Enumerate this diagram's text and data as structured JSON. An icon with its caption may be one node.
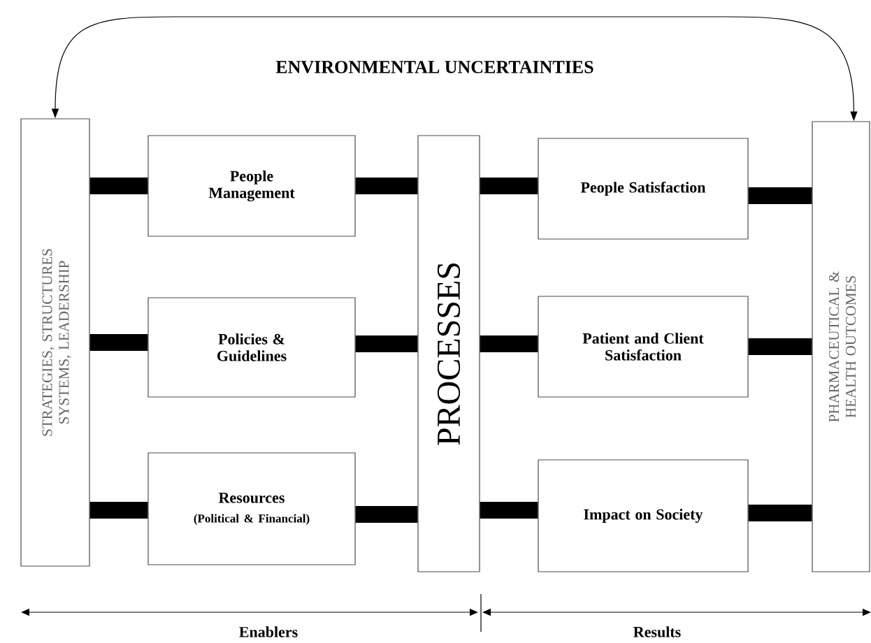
{
  "diagram": {
    "title": "ENVIRONMENTAL UNCERTAINTIES",
    "nodes": [
      {
        "text": [
          "STRATEGIES, STRUCTURES SYSTEMS, LEADERSHIP"
        ]
      },
      {
        "text": [
          "People Management"
        ]
      },
      {
        "text": [
          "Policies & Guidelines"
        ]
      },
      {
        "text": [
          "Resources",
          "(Political & Financial)"
        ]
      },
      {
        "text": [
          "PROCESSES"
        ]
      },
      {
        "text": [
          "People Satisfaction"
        ]
      },
      {
        "text": [
          "Patient and Client Satisfaction"
        ]
      },
      {
        "text": [
          "Impact on Society"
        ]
      },
      {
        "text": [
          "PHARMACEUTICAL & HEALTH OUTCOMES"
        ]
      }
    ],
    "edges": [
      {
        "from": 0,
        "to": 1,
        "arrow": "none"
      },
      {
        "from": 0,
        "to": 2,
        "arrow": "none"
      },
      {
        "from": 0,
        "to": 3,
        "arrow": "none"
      },
      {
        "from": 1,
        "to": 4,
        "arrow": "none"
      },
      {
        "from": 2,
        "to": 4,
        "arrow": "none"
      },
      {
        "from": 3,
        "to": 4,
        "arrow": "none"
      },
      {
        "from": 4,
        "to": 5,
        "arrow": "none"
      },
      {
        "from": 4,
        "to": 6,
        "arrow": "none"
      },
      {
        "from": 4,
        "to": 7,
        "arrow": "none"
      },
      {
        "from": 5,
        "to": 8,
        "arrow": "none"
      },
      {
        "from": 6,
        "to": 8,
        "arrow": "none"
      },
      {
        "from": 7,
        "to": 8,
        "arrow": "none"
      },
      {
        "from": 0,
        "to": 8,
        "arrow": "both"
      }
    ],
    "labels": [
      "Enablers",
      "Results"
    ]
  }
}
